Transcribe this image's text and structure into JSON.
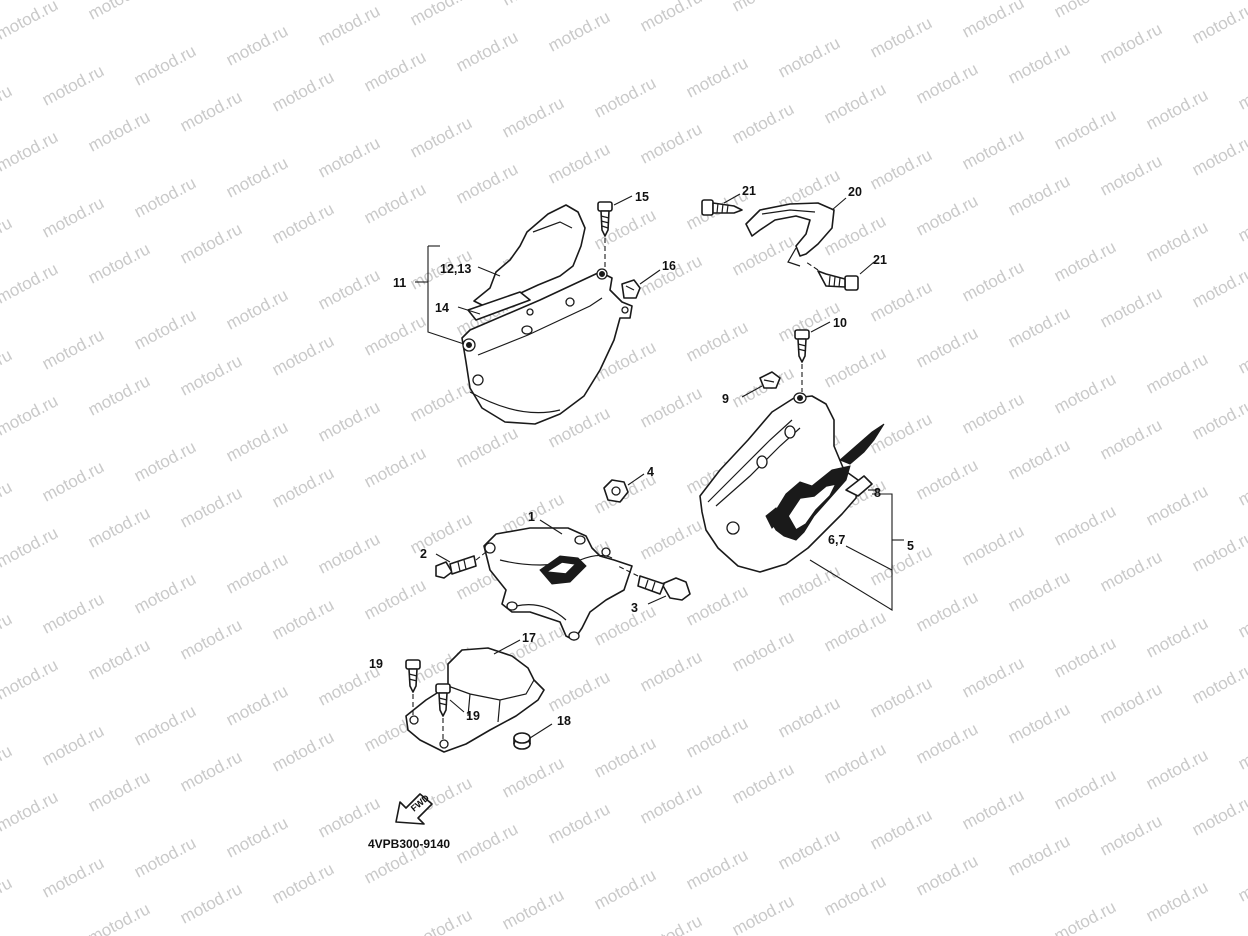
{
  "watermark": {
    "text": "motod.ru"
  },
  "diagram": {
    "code": "4VPB300-9140",
    "fwd_label": "FWD",
    "callouts": {
      "c1": "1",
      "c2": "2",
      "c3": "3",
      "c4": "4",
      "c5": "5",
      "c6_7": "6,7",
      "c8": "8",
      "c9": "9",
      "c10": "10",
      "c11": "11",
      "c12_13": "12,13",
      "c14": "14",
      "c15": "15",
      "c16": "16",
      "c17": "17",
      "c18": "18",
      "c19a": "19",
      "c19b": "19",
      "c20": "20",
      "c21a": "21",
      "c21b": "21"
    }
  }
}
